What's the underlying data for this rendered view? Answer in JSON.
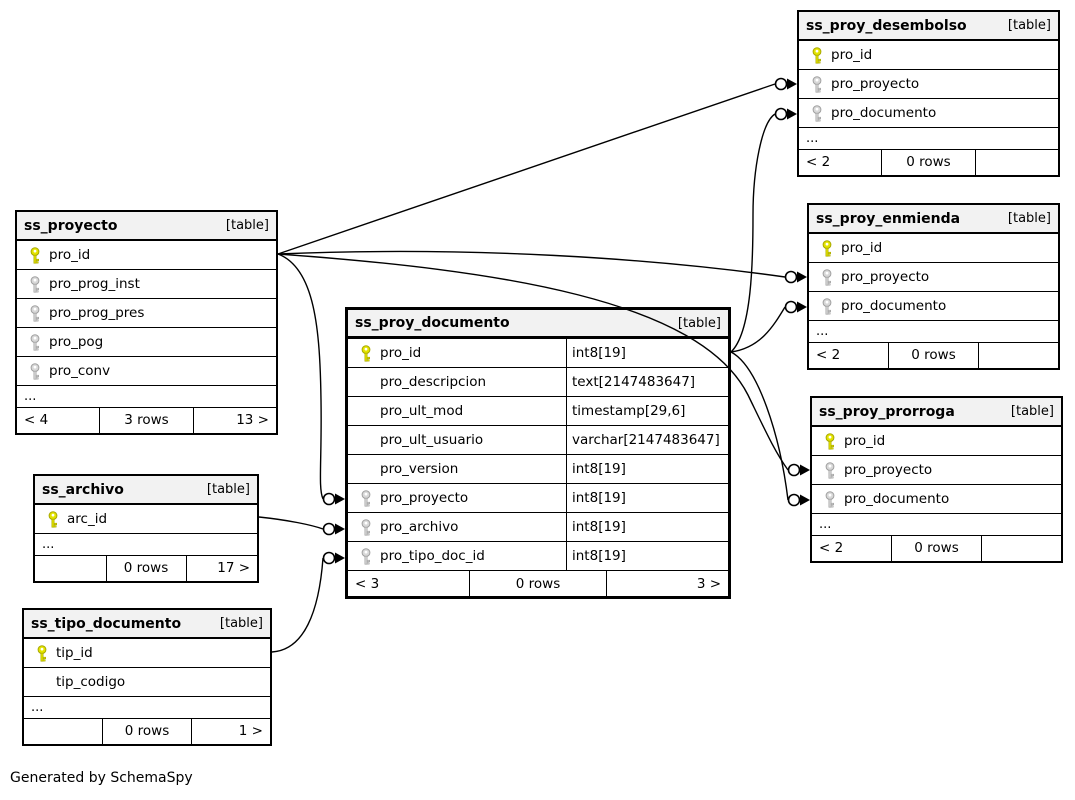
{
  "diagram": {
    "footer_note": "Generated by SchemaSpy",
    "type_label": "[table]"
  },
  "colors": {
    "pk_key_fill": "#e4e400",
    "pk_key_stroke": "#a8a800",
    "fk_key_fill": "#d8d8d8",
    "fk_key_stroke": "#a0a0a0",
    "header_bg": "#f2f2f2",
    "line": "#000000",
    "table_bg": "#ffffff"
  },
  "tables": [
    {
      "id": "ss_proy_desembolso",
      "name": "ss_proy_desembolso",
      "columns": [
        {
          "name": "pro_id",
          "key": "pk"
        },
        {
          "name": "pro_proyecto",
          "key": "fk"
        },
        {
          "name": "pro_documento",
          "key": "fk"
        }
      ],
      "ellipsis": "...",
      "footer": {
        "left": "< 2",
        "center": "0 rows",
        "right": ""
      }
    },
    {
      "id": "ss_proyecto",
      "name": "ss_proyecto",
      "columns": [
        {
          "name": "pro_id",
          "key": "pk"
        },
        {
          "name": "pro_prog_inst",
          "key": "fk"
        },
        {
          "name": "pro_prog_pres",
          "key": "fk"
        },
        {
          "name": "pro_pog",
          "key": "fk"
        },
        {
          "name": "pro_conv",
          "key": "fk"
        }
      ],
      "ellipsis": "...",
      "footer": {
        "left": "< 4",
        "center": "3 rows",
        "right": "13 >"
      }
    },
    {
      "id": "ss_proy_documento",
      "name": "ss_proy_documento",
      "emphasized": true,
      "columns": [
        {
          "name": "pro_id",
          "key": "pk",
          "type": "int8[19]"
        },
        {
          "name": "pro_descripcion",
          "type": "text[2147483647]"
        },
        {
          "name": "pro_ult_mod",
          "type": "timestamp[29,6]"
        },
        {
          "name": "pro_ult_usuario",
          "type": "varchar[2147483647]"
        },
        {
          "name": "pro_version",
          "type": "int8[19]"
        },
        {
          "name": "pro_proyecto",
          "key": "fk",
          "type": "int8[19]"
        },
        {
          "name": "pro_archivo",
          "key": "fk",
          "type": "int8[19]"
        },
        {
          "name": "pro_tipo_doc_id",
          "key": "fk",
          "type": "int8[19]"
        }
      ],
      "footer": {
        "left": "< 3",
        "center": "0 rows",
        "right": "3 >"
      }
    },
    {
      "id": "ss_proy_enmienda",
      "name": "ss_proy_enmienda",
      "columns": [
        {
          "name": "pro_id",
          "key": "pk"
        },
        {
          "name": "pro_proyecto",
          "key": "fk"
        },
        {
          "name": "pro_documento",
          "key": "fk"
        }
      ],
      "ellipsis": "...",
      "footer": {
        "left": "< 2",
        "center": "0 rows",
        "right": ""
      }
    },
    {
      "id": "ss_proy_prorroga",
      "name": "ss_proy_prorroga",
      "columns": [
        {
          "name": "pro_id",
          "key": "pk"
        },
        {
          "name": "pro_proyecto",
          "key": "fk"
        },
        {
          "name": "pro_documento",
          "key": "fk"
        }
      ],
      "ellipsis": "...",
      "footer": {
        "left": "< 2",
        "center": "0 rows",
        "right": ""
      }
    },
    {
      "id": "ss_archivo",
      "name": "ss_archivo",
      "columns": [
        {
          "name": "arc_id",
          "key": "pk"
        }
      ],
      "ellipsis": "...",
      "footer": {
        "left": "",
        "center": "0 rows",
        "right": "17 >"
      }
    },
    {
      "id": "ss_tipo_documento",
      "name": "ss_tipo_documento",
      "columns": [
        {
          "name": "tip_id",
          "key": "pk"
        },
        {
          "name": "tip_codigo"
        }
      ],
      "ellipsis": "...",
      "footer": {
        "left": "",
        "center": "0 rows",
        "right": "1 >"
      }
    }
  ],
  "relationships": [
    {
      "from": "ss_proyecto.pro_id",
      "to": "ss_proy_desembolso.pro_proyecto"
    },
    {
      "from": "ss_proyecto.pro_id",
      "to": "ss_proy_enmienda.pro_proyecto"
    },
    {
      "from": "ss_proyecto.pro_id",
      "to": "ss_proy_prorroga.pro_proyecto"
    },
    {
      "from": "ss_proyecto.pro_id",
      "to": "ss_proy_documento.pro_proyecto"
    },
    {
      "from": "ss_proy_documento.pro_id",
      "to": "ss_proy_desembolso.pro_documento"
    },
    {
      "from": "ss_proy_documento.pro_id",
      "to": "ss_proy_enmienda.pro_documento"
    },
    {
      "from": "ss_proy_documento.pro_id",
      "to": "ss_proy_prorroga.pro_documento"
    },
    {
      "from": "ss_archivo.arc_id",
      "to": "ss_proy_documento.pro_archivo"
    },
    {
      "from": "ss_tipo_documento.tip_id",
      "to": "ss_proy_documento.pro_tipo_doc_id"
    }
  ]
}
